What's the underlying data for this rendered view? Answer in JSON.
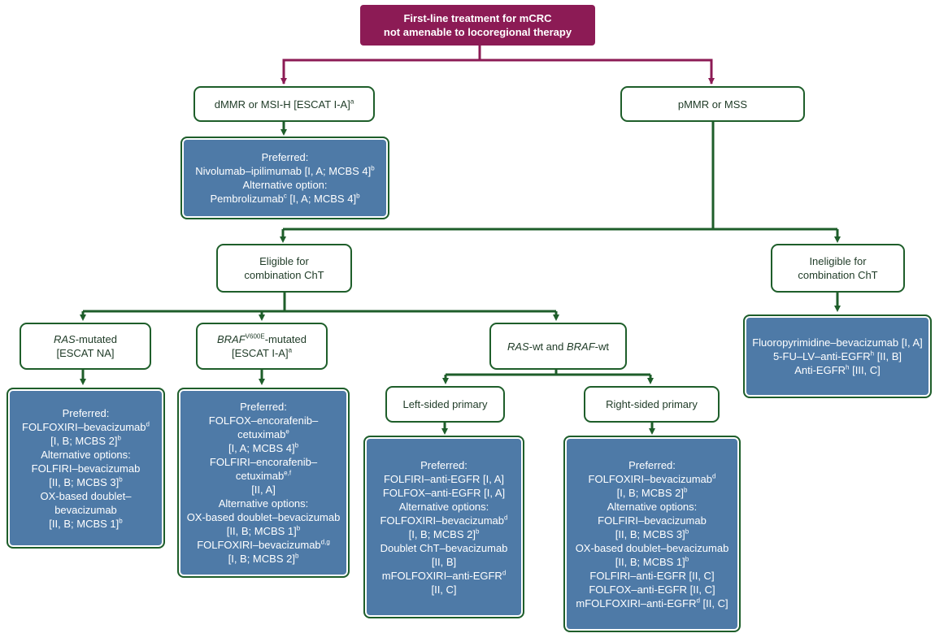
{
  "top": {
    "line1": "First-line treatment for mCRC",
    "line2": "not amenable to locoregional therapy"
  },
  "dmmr": {
    "text": "dMMR or MSI-H [ESCAT I-A]",
    "sup": "a"
  },
  "pmmr": {
    "text": "pMMR or MSS"
  },
  "dmmr_tx": {
    "preferred_label": "Preferred:",
    "preferred": "Nivolumab–ipilimumab [I, A; MCBS 4]",
    "preferred_sup": "b",
    "alt_label": "Alternative option:",
    "alt_name": "Pembrolizumab",
    "alt_name_sup": "c",
    "alt_rest": " [I, A; MCBS 4]",
    "alt_sup": "b"
  },
  "eligible": {
    "line1": "Eligible for",
    "line2": "combination ChT"
  },
  "ineligible": {
    "line1": "Ineligible for",
    "line2": "combination ChT"
  },
  "ineligible_tx": {
    "l1": "Fluoropyrimidine–bevacizumab [I, A]",
    "l2a": "5-FU–LV–anti-EGFR",
    "l2sup": "h",
    "l2b": " [II, B]",
    "l3a": "Anti-EGFR",
    "l3sup": "h",
    "l3b": " [III, C]"
  },
  "ras_mut": {
    "italic": "RAS",
    "rest": "-mutated",
    "line2": "[ESCAT NA]"
  },
  "braf_mut": {
    "italic": "BRAF",
    "sup": "V600E",
    "rest": "-mutated",
    "line2": "[ESCAT I-A]",
    "line2_sup": "a"
  },
  "ras_wt": {
    "i1": "RAS",
    "m": "-wt and ",
    "i2": "BRAF",
    "e": "-wt"
  },
  "left_sided": {
    "text": "Left-sided primary"
  },
  "right_sided": {
    "text": "Right-sided primary"
  },
  "ras_tx": {
    "l1": "Preferred:",
    "l2": "FOLFOXIRI–bevacizumab",
    "l2sup": "d",
    "l3": "[I, B; MCBS 2]",
    "l3sup": "b",
    "l4": "Alternative options:",
    "l5": "FOLFIRI–bevacizumab",
    "l6": "[II, B; MCBS 3]",
    "l6sup": "b",
    "l7": "OX-based doublet–bevacizumab",
    "l8": "[II, B; MCBS 1]",
    "l8sup": "b"
  },
  "braf_tx": {
    "l1": "Preferred:",
    "l2": "FOLFOX–encorafenib–cetuximab",
    "l2sup": "e",
    "l3": "[I, A; MCBS 4]",
    "l3sup": "b",
    "l4": "FOLFIRI–encorafenib–cetuximab",
    "l4sup": "e,f",
    "l5": "[II, A]",
    "l6": "Alternative options:",
    "l7": "OX-based doublet–bevacizumab",
    "l8": "[II, B; MCBS 1]",
    "l8sup": "b",
    "l9": "FOLFOXIRI–bevacizumab",
    "l9sup": "d,g",
    "l10": "[I, B; MCBS 2]",
    "l10sup": "b"
  },
  "left_tx": {
    "l1": "Preferred:",
    "l2": "FOLFIRI–anti-EGFR [I, A]",
    "l3": "FOLFOX–anti-EGFR [I, A]",
    "l4": "Alternative options:",
    "l5": "FOLFOXIRI–bevacizumab",
    "l5sup": "d",
    "l6": "[I, B; MCBS 2]",
    "l6sup": "b",
    "l7": "Doublet ChT–bevacizumab",
    "l8": "[II, B]",
    "l9": "mFOLFOXIRI–anti-EGFR",
    "l9sup": "d",
    "l10": "[II, C]"
  },
  "right_tx": {
    "l1": "Preferred:",
    "l2": "FOLFOXIRI–bevacizumab",
    "l2sup": "d",
    "l3": "[I, B; MCBS 2]",
    "l3sup": "b",
    "l4": "Alternative options:",
    "l5": "FOLFIRI–bevacizumab",
    "l6": "[II, B; MCBS 3]",
    "l6sup": "b",
    "l7": "OX-based doublet–bevacizumab",
    "l8": "[II, B; MCBS 1]",
    "l8sup": "b",
    "l9": "FOLFIRI–anti-EGFR [II, C]",
    "l10": "FOLFOX–anti-EGFR [II, C]",
    "l11a": "mFOLFOXIRI–anti-EGFR",
    "l11sup": "d",
    "l11b": " [II, C]"
  },
  "colors": {
    "top_fill": "#8c1b55",
    "connector_green": "#1e5e2a",
    "treatment_fill": "#4e7aa7"
  }
}
